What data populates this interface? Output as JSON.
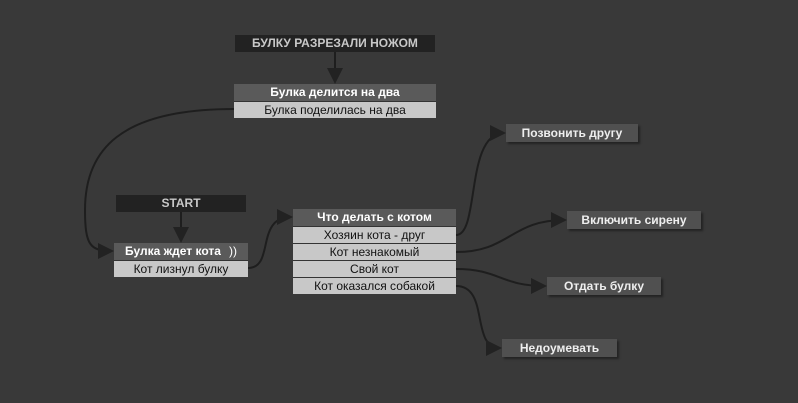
{
  "entries": {
    "knife": "БУЛКУ РАЗРЕЗАЛИ НОЖОМ",
    "start": "START"
  },
  "nodes": {
    "split": {
      "title": "Булка делится на два",
      "options": [
        "Булка поделилась на два"
      ]
    },
    "wait": {
      "title": "Булка ждет кота",
      "icon": "wait-icon",
      "icon_glyph": "))",
      "options": [
        "Кот лизнул булку"
      ]
    },
    "cat": {
      "title": "Что делать с котом",
      "options": [
        "Хозяин кота - друг",
        "Кот незнакомый",
        "Свой кот",
        "Кот оказался собакой"
      ]
    }
  },
  "leaves": [
    "Позвонить другу",
    "Включить сирену",
    "Отдать булку",
    "Недоумевать"
  ]
}
